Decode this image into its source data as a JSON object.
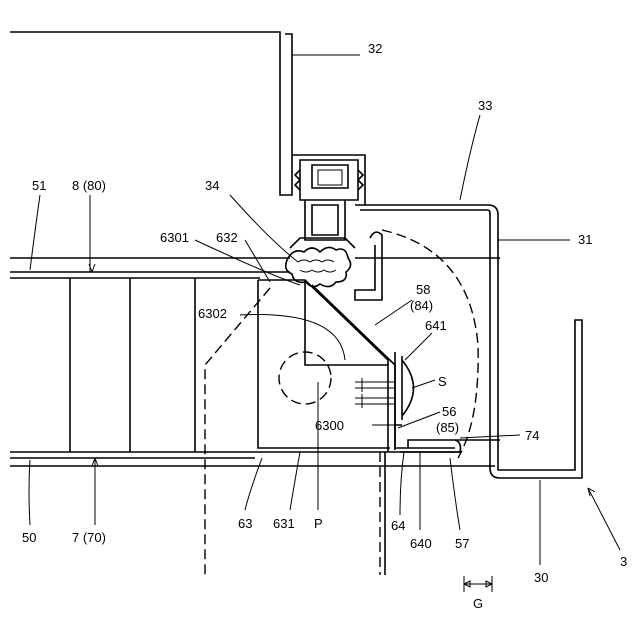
{
  "figure": {
    "labels": {
      "l32": "32",
      "l33": "33",
      "l31": "31",
      "l34": "34",
      "l51": "51",
      "l8": "8 (80)",
      "l6301": "6301",
      "l632": "632",
      "l6302": "6302",
      "l58": "58",
      "l84": "(84)",
      "l641": "641",
      "lS": "S",
      "l6300": "6300",
      "l56": "56",
      "l85": "(85)",
      "l74": "74",
      "l50": "50",
      "l7": "7 (70)",
      "l63": "63",
      "l631": "631",
      "lP": "P",
      "l64": "64",
      "l640": "640",
      "l57": "57",
      "l30": "30",
      "l3": "3",
      "lG": "G"
    }
  }
}
